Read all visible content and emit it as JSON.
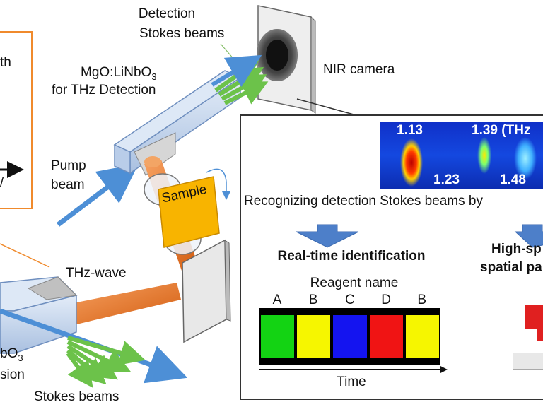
{
  "labels": {
    "detection_stokes": [
      "Detection",
      "Stokes beams"
    ],
    "mgo_detection": [
      "MgO:LiNbO",
      "3",
      "for THz Detection"
    ],
    "nir_camera": "NIR camera",
    "pump_beam": [
      "Pump",
      "beam"
    ],
    "sample": "Sample",
    "thz_wave": "THz-wave",
    "stokes_beams": "Stokes beams",
    "left_partial_top": "th",
    "left_partial_bottom_a": "bO",
    "left_partial_bottom_b": "3",
    "left_partial_bottom_c": "sion",
    "left_partial_arrow_tail": "/"
  },
  "inset": {
    "spectrum_labels": {
      "top_left": "1.13",
      "top_right": "1.39 (THz",
      "bottom_left": "1.23",
      "bottom_right": "1.48"
    },
    "caption": "Recognizing detection Stokes beams by",
    "realtime_title": "Real-time identification",
    "reagent_title": "Reagent name",
    "reagent_letters": [
      "A",
      "B",
      "C",
      "D",
      "B"
    ],
    "reagent_colors": [
      "#13d313",
      "#f6f600",
      "#1414f0",
      "#f01414",
      "#f6f600"
    ],
    "time_label": "Time",
    "highspeed_title": [
      "High-sp",
      "spatial pa"
    ]
  },
  "colors": {
    "pump_beam": "#4d8fd6",
    "stokes_beam": "#6cc24a",
    "thz_beam": "#f07a28",
    "crystal": "#c9d9ef",
    "sample": "#f8b400",
    "panel_border": "#f08a2c",
    "grid_red": "#e02020"
  }
}
